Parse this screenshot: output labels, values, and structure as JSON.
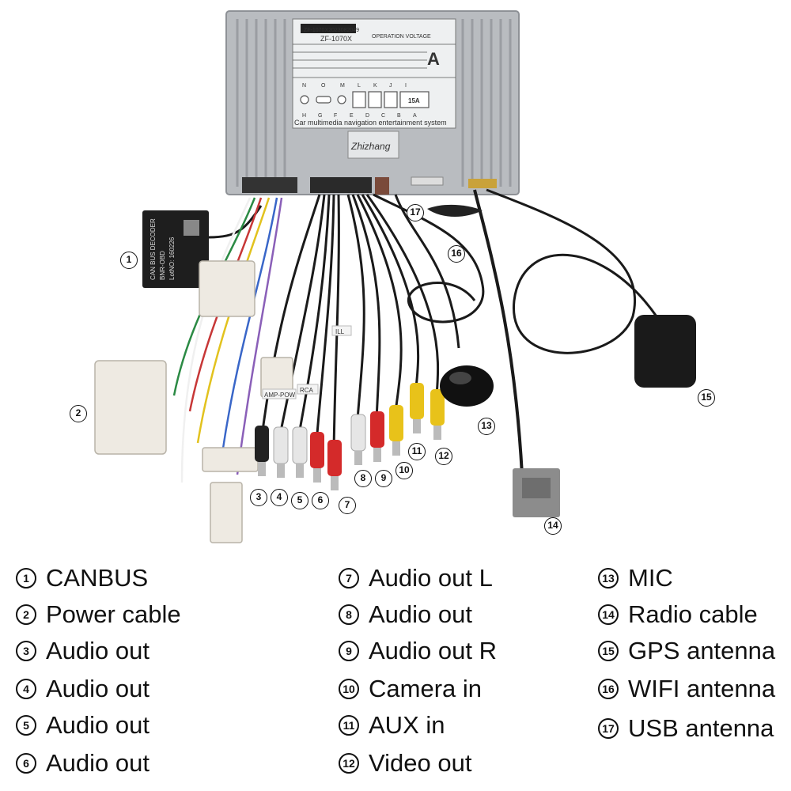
{
  "unit": {
    "label_a": "A",
    "model": "ZF-1070X",
    "serial": "ZF-1070X2023082049",
    "operation_voltage": "OPERATION VOLTAGE",
    "subtitle": "Car multimedia navigation entertainment system",
    "brand": "Zhizhang",
    "port_letters_top": [
      "N",
      "O",
      "M",
      "L",
      "K",
      "J",
      "I"
    ],
    "port_letters_bottom": [
      "H",
      "G",
      "F",
      "E",
      "D",
      "C",
      "B",
      "A"
    ],
    "fuse": "15A"
  },
  "decoder": {
    "line1": "CAN BUS DECODER",
    "line2": "BNR-OBD",
    "line3": "LotNO: 160226"
  },
  "cable_tags": [
    "AMP-POW",
    "RCA",
    "ILL"
  ],
  "callouts": {
    "c1": "1",
    "c2": "2",
    "c3": "3",
    "c4": "4",
    "c5": "5",
    "c6": "6",
    "c7": "7",
    "c8": "8",
    "c9": "9",
    "c10": "10",
    "c11": "11",
    "c12": "12",
    "c13": "13",
    "c14": "14",
    "c15": "15",
    "c16": "16",
    "c17": "17"
  },
  "legend": {
    "col1": [
      {
        "num": "1",
        "label": "CANBUS"
      },
      {
        "num": "2",
        "label": "Power cable"
      },
      {
        "num": "3",
        "label": "Audio out"
      },
      {
        "num": "4",
        "label": "Audio out"
      },
      {
        "num": "5",
        "label": "Audio out"
      },
      {
        "num": "6",
        "label": "Audio out"
      }
    ],
    "col2": [
      {
        "num": "7",
        "label": "Audio out L"
      },
      {
        "num": "8",
        "label": "Audio out"
      },
      {
        "num": "9",
        "label": "Audio out R"
      },
      {
        "num": "10",
        "label": "Camera in"
      },
      {
        "num": "11",
        "label": "AUX in"
      },
      {
        "num": "12",
        "label": "Video out"
      }
    ],
    "col3": [
      {
        "num": "13",
        "label": "MIC"
      },
      {
        "num": "14",
        "label": "Radio cable"
      },
      {
        "num": "15",
        "label": "GPS antenna"
      },
      {
        "num": "16",
        "label": "WIFI antenna"
      },
      {
        "num": "17",
        "label": "USB antenna"
      }
    ]
  },
  "colors": {
    "unit_body": "#b9bcc0",
    "rca_red": "#d42a2a",
    "rca_white": "#e6e6e6",
    "rca_yellow": "#e8c21a",
    "rca_black": "#222222",
    "cable": "#1a1a1a"
  }
}
